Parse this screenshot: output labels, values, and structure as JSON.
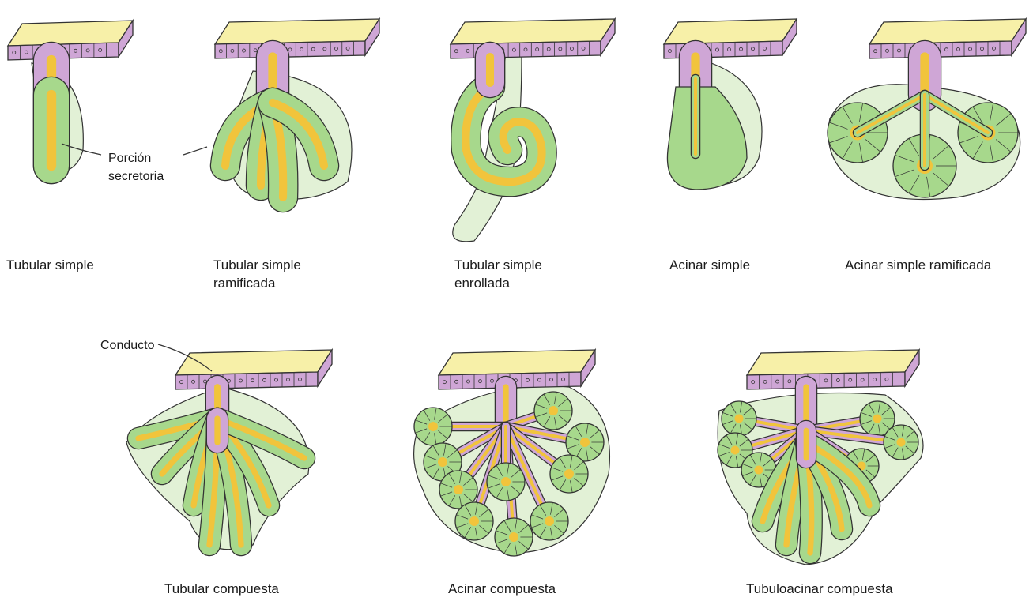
{
  "colors": {
    "surface": "#f7f0a8",
    "duct_lumen": "#f1c43c",
    "duct_cells": "#cfa6d6",
    "secretory_cells": "#a7d88c",
    "capsule": "#e2f1d6",
    "outline": "#333333"
  },
  "annotations": {
    "secretory_label_line1": "Porción",
    "secretory_label_line2": "secretoria",
    "duct_label": "Conducto"
  },
  "glands": [
    {
      "id": "tubular-simple",
      "kind": "tubular",
      "label_lines": [
        "Tubular simple"
      ]
    },
    {
      "id": "tubular-simple-ramificada",
      "kind": "tubular-branched",
      "label_lines": [
        "Tubular simple",
        "ramificada"
      ]
    },
    {
      "id": "tubular-simple-enrollada",
      "kind": "coiled",
      "label_lines": [
        "Tubular simple",
        "enrollada"
      ]
    },
    {
      "id": "acinar-simple",
      "kind": "acinar",
      "label_lines": [
        "Acinar simple"
      ]
    },
    {
      "id": "acinar-simple-ramificada",
      "kind": "acinar-branched",
      "label_lines": [
        "Acinar simple ramificada"
      ]
    },
    {
      "id": "tubular-compuesta",
      "kind": "compound-tubular",
      "label_lines": [
        "Tubular compuesta"
      ]
    },
    {
      "id": "acinar-compuesta",
      "kind": "compound-acinar",
      "label_lines": [
        "Acinar compuesta"
      ]
    },
    {
      "id": "tubuloacinar-compuesta",
      "kind": "compound-tubuloacinar",
      "label_lines": [
        "Tubuloacinar compuesta"
      ]
    }
  ]
}
